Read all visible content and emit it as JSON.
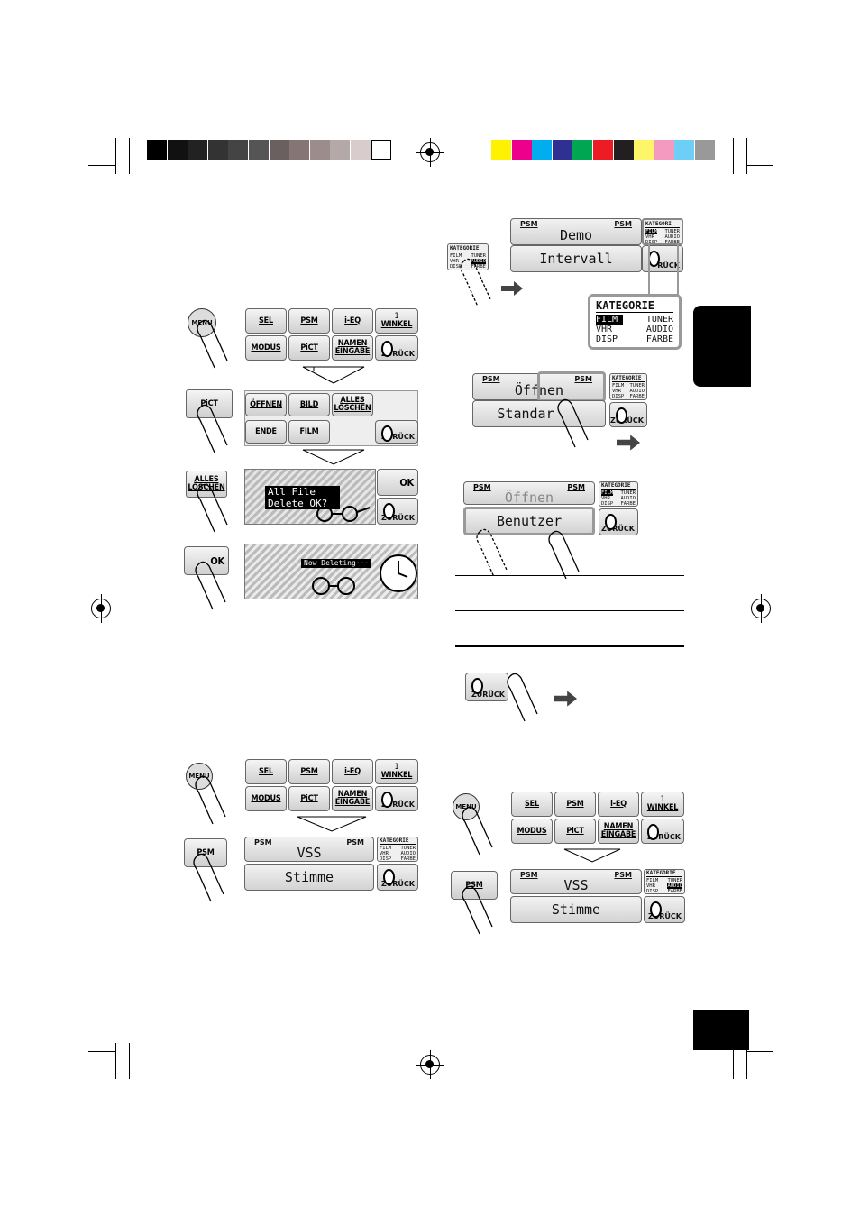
{
  "colors": {
    "gray_bar": [
      "#000000",
      "#111111",
      "#222222",
      "#333333",
      "#444444",
      "#555555",
      "#6a6060",
      "#857575",
      "#9c8c8c",
      "#b5a8a8",
      "#d8cccc",
      "#ffffff"
    ],
    "color_bar": [
      "#fff200",
      "#ec008c",
      "#00aeef",
      "#2e3192",
      "#00a651",
      "#ed1c24",
      "#231f20",
      "#fff568",
      "#f49ac1",
      "#6dcff6",
      "#999999"
    ],
    "tab_fill": "#000000"
  },
  "left": {
    "menu_label": "MENU",
    "row1": {
      "sel": "SEL",
      "psm": "PSM",
      "ieq": "i-EQ",
      "winkel_num": "1",
      "winkel": "WINKEL"
    },
    "row2": {
      "modus": "MODUS",
      "pict": "PiCT",
      "namen": "NAMEN\nEINGABE",
      "zuruck": "ZURÜCK"
    },
    "pict_press": "PiCT",
    "pict_menu": {
      "offnen": "ÖFFNEN",
      "bild": "BILD",
      "alles": "ALLES\nLÖSCHEN",
      "ende": "ENDE",
      "film": "FILM",
      "zuruck": "ZURÜCK"
    },
    "alles_press": "ALLES\nLÖSCHEN",
    "confirm": {
      "line1": "All File",
      "line2": "Delete OK?",
      "ok": "OK",
      "zuruck": "ZURÜCK"
    },
    "ok_press": "OK",
    "deleting": "Now Deleting···",
    "bottom": {
      "menu_label": "MENU",
      "psm_press": "PSM",
      "psm_left": "PSM",
      "psm_right": "PSM",
      "vss": "VSS",
      "stimme": "Stimme",
      "zuruck": "ZURÜCK"
    }
  },
  "right": {
    "kat_small": {
      "title": "KATEGORIE",
      "r1a": "FILM",
      "r1b": "TUNER",
      "r2a": "VHR",
      "r2b": "AUDIO",
      "r3a": "DISP",
      "r3b": "FARBE"
    },
    "top": {
      "psm_left": "PSM",
      "psm_right": "PSM",
      "demo": "Demo",
      "intervall": "Intervall",
      "kat_title": "KATEGORI",
      "zuruck": "RÜCK"
    },
    "kat_big": {
      "title": "KATEGORIE",
      "r1a": "FILM",
      "r1b": "TUNER",
      "r2a": "VHR",
      "r2b": "AUDIO",
      "r3a": "DISP",
      "r3b": "FARBE"
    },
    "step2": {
      "psm_left": "PSM",
      "psm_right": "PSM",
      "offnen": "Öffnen",
      "standard": "Standar",
      "zuruck": "ZURÜCK"
    },
    "step3": {
      "psm_left": "PSM",
      "psm_right": "PSM",
      "offnen": "Öffnen",
      "benutzer": "Benutzer",
      "zuruck": "ZURÜCK"
    },
    "zuruck_press": "ZURÜCK",
    "bottom": {
      "menu_label": "MENU",
      "sel": "SEL",
      "psm": "PSM",
      "ieq": "i-EQ",
      "winkel_num": "1",
      "winkel": "WINKEL",
      "modus": "MODUS",
      "pict": "PiCT",
      "namen": "NAMEN\nEINGABE",
      "zuruck": "ZURÜCK",
      "psm_press": "PSM",
      "psm_left": "PSM",
      "psm_right": "PSM",
      "vss": "VSS",
      "stimme": "Stimme"
    }
  }
}
